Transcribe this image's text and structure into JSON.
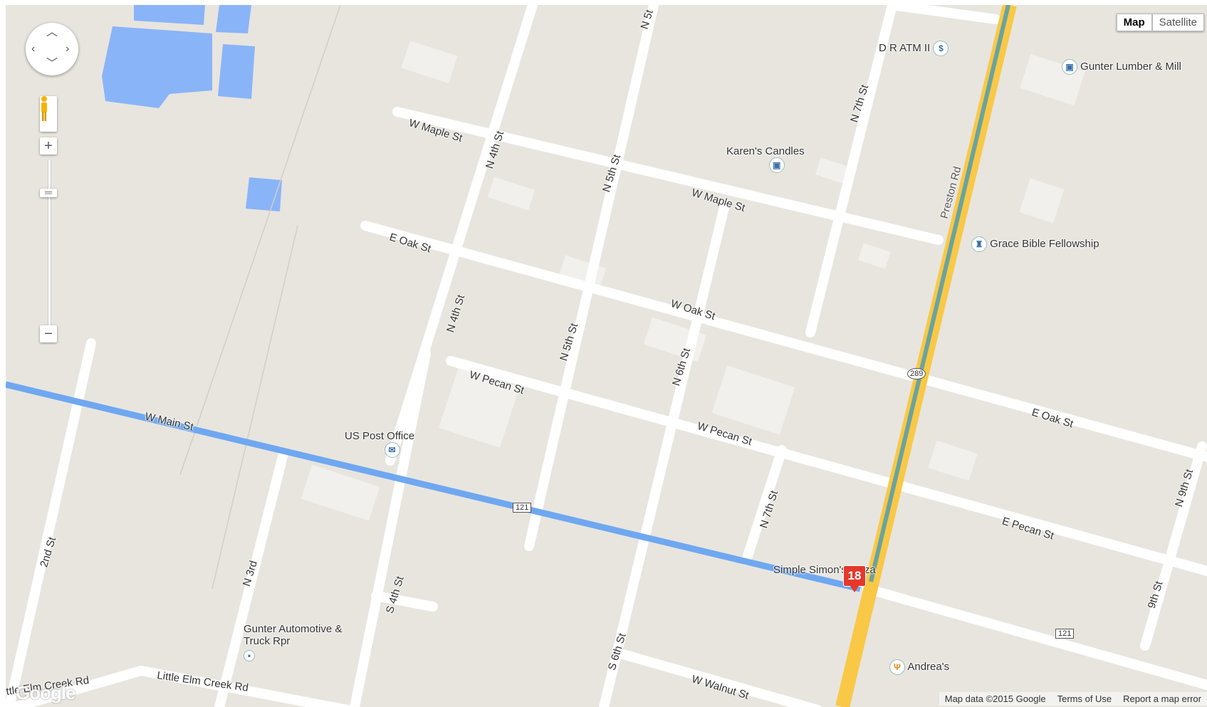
{
  "map_type": {
    "map": "Map",
    "satellite": "Satellite"
  },
  "streets": {
    "w_main": "W Main St",
    "w_maple_1": "W Maple St",
    "w_maple_2": "W Maple St",
    "e_oak_1": "E Oak St",
    "w_oak": "W Oak St",
    "e_oak_2": "E Oak St",
    "w_pecan_1": "W Pecan St",
    "w_pecan_2": "W Pecan St",
    "e_pecan": "E Pecan St",
    "w_walnut": "W Walnut St",
    "n_4th_1": "N 4th St",
    "n_4th_2": "N 4th St",
    "n_5th_top": "N 5t",
    "n_5th_1": "N 5th St",
    "n_5th_2": "N 5th St",
    "n_6th": "N 6th St",
    "s_6th": "S 6th St",
    "n_7th_1": "N 7th St",
    "n_7th_2": "N 7th St",
    "n_9th": "N 9th St",
    "ninth": "9th St",
    "s_4th": "S 4th St",
    "n_3rd": "N 3rd",
    "second": "2nd St",
    "little_elm_1": "ttle Elm Creek Rd",
    "little_elm_2": "Little Elm Creek Rd",
    "preston": "Preston Rd"
  },
  "shields": {
    "r121_a": "121",
    "r121_b": "121",
    "r289": "289"
  },
  "pois": {
    "atm": "D R ATM II",
    "lumber": "Gunter Lumber & Mill",
    "candles": "Karen's Candles",
    "bible": "Grace Bible Fellowship",
    "post": "US Post Office",
    "pizza": "Simple Simon's Pizza",
    "auto": "Gunter Automotive & Truck Rpr",
    "andreas": "Andrea's"
  },
  "icons": {
    "atm": "dollar-icon",
    "lumber": "shop-icon",
    "candles": "shop-icon",
    "bible": "church-icon",
    "post": "mail-icon",
    "andreas": "fork-knife-icon",
    "auto": "dot-icon"
  },
  "marker": "18",
  "google_logo": "Google",
  "footer": {
    "data": "Map data ©2015 Google",
    "terms": "Terms of Use",
    "report": "Report a map error"
  },
  "colors": {
    "route": "#6fa8f0",
    "highway": "#f9c846",
    "water": "#8ab4f8",
    "land": "#e8e5df",
    "block": "#f2f0ec",
    "marker": "#e5382b"
  }
}
